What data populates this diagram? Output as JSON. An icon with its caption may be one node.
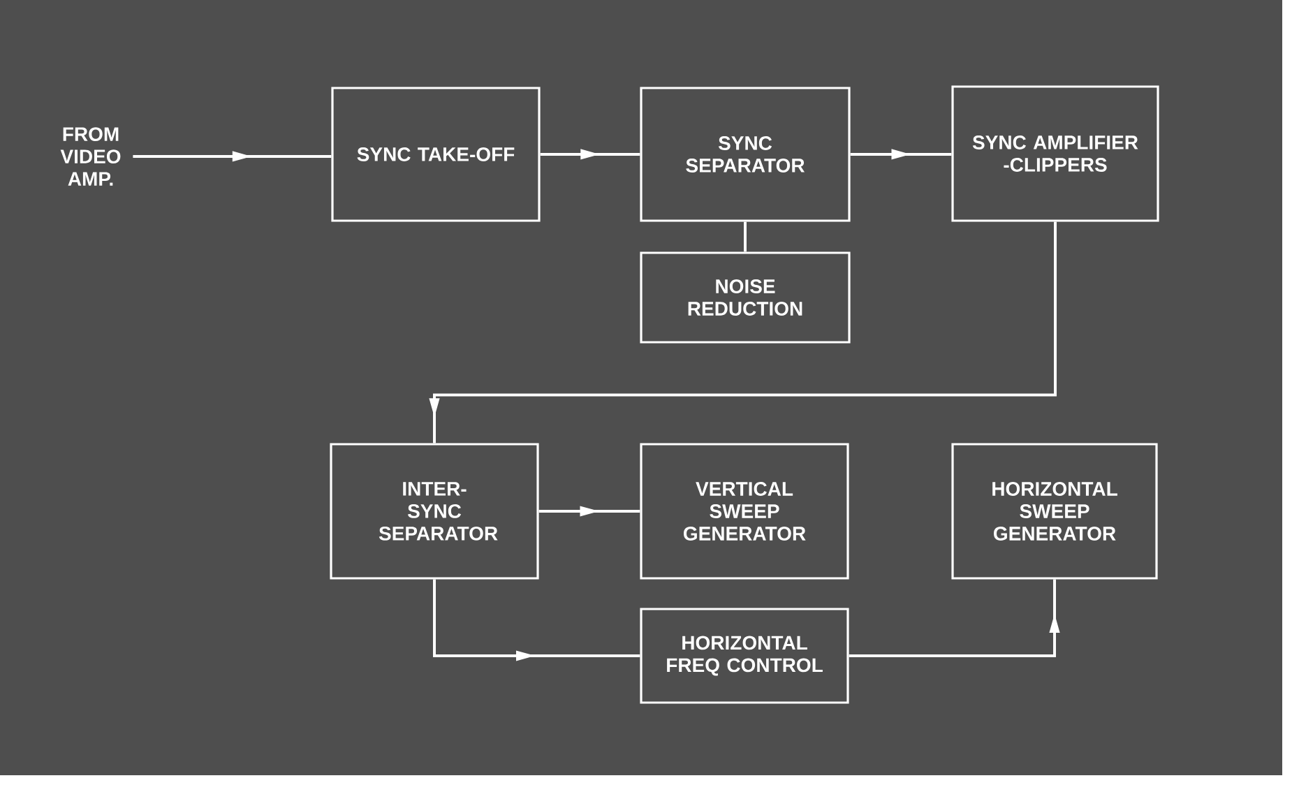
{
  "diagram": {
    "nodes": [
      {
        "text": [
          "FROM VIDEO AMP."
        ]
      },
      {
        "text": [
          "SYNC TAKE-OFF"
        ]
      },
      {
        "text": [
          "SYNC SEPARATOR"
        ]
      },
      {
        "text": [
          "SYNC AMPLIFIER -CLIPPERS"
        ]
      },
      {
        "text": [
          "NOISE REDUCTION"
        ]
      },
      {
        "text": [
          "INTER- SYNC SEPARATOR"
        ]
      },
      {
        "text": [
          "VERTICAL SWEEP GENERATOR"
        ]
      },
      {
        "text": [
          "HORIZONTAL SWEEP GENERATOR"
        ]
      },
      {
        "text": [
          "HORIZONTAL FREQ CONTROL"
        ]
      }
    ],
    "edges": [
      {
        "from": 0,
        "to": 1,
        "arrow": "to"
      },
      {
        "from": 1,
        "to": 2,
        "arrow": "to"
      },
      {
        "from": 2,
        "to": 3,
        "arrow": "to"
      },
      {
        "from": 2,
        "to": 4,
        "arrow": "none"
      },
      {
        "from": 3,
        "to": 5,
        "arrow": "to"
      },
      {
        "from": 5,
        "to": 6,
        "arrow": "to"
      },
      {
        "from": 5,
        "to": 8,
        "arrow": "to"
      },
      {
        "from": 8,
        "to": 7,
        "arrow": "to"
      }
    ]
  }
}
